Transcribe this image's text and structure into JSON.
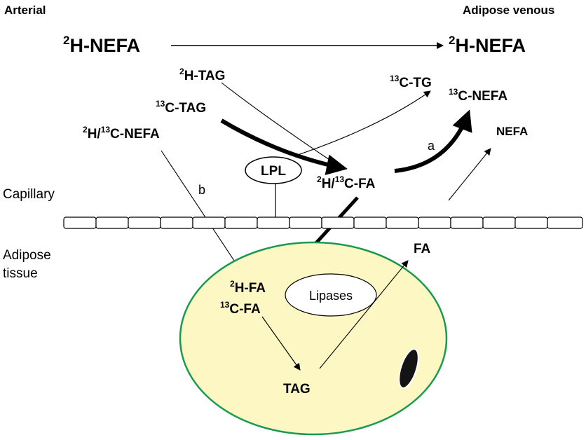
{
  "headers": {
    "left": "Arterial",
    "right": "Adipose venous"
  },
  "sides": {
    "capillary": "Capillary",
    "adipose_line1": "Adipose",
    "adipose_line2": "tissue"
  },
  "top_flow": {
    "left": {
      "sup": "2",
      "text": "H-NEFA"
    },
    "right": {
      "sup": "2",
      "text": "H-NEFA"
    }
  },
  "species": {
    "h_tag": {
      "sup": "2",
      "text": "H-TAG"
    },
    "c_tag": {
      "sup": "13",
      "text": "C-TAG"
    },
    "hc_nefa": {
      "sup1": "2",
      "mid": "H/",
      "sup2": "13",
      "text": "C-NEFA"
    },
    "c_tg": {
      "sup": "13",
      "text": "C-TG"
    },
    "c_nefa": {
      "sup": "13",
      "text": "C-NEFA"
    },
    "nefa": "NEFA",
    "hc_fa": {
      "sup1": "2",
      "mid": "H/",
      "sup2": "13",
      "text": "C-FA"
    },
    "lpl": "LPL",
    "h_fa": {
      "sup": "2",
      "text": "H-FA"
    },
    "c_fa": {
      "sup": "13",
      "text": "C-FA"
    },
    "lipases": "Lipases",
    "tag": "TAG",
    "fa": "FA"
  },
  "path_labels": {
    "a": "a",
    "b": "b"
  },
  "colors": {
    "cell_membrane": "#1a9950",
    "cytoplasm": "#fcf7c3",
    "nucleus": "#141414"
  }
}
